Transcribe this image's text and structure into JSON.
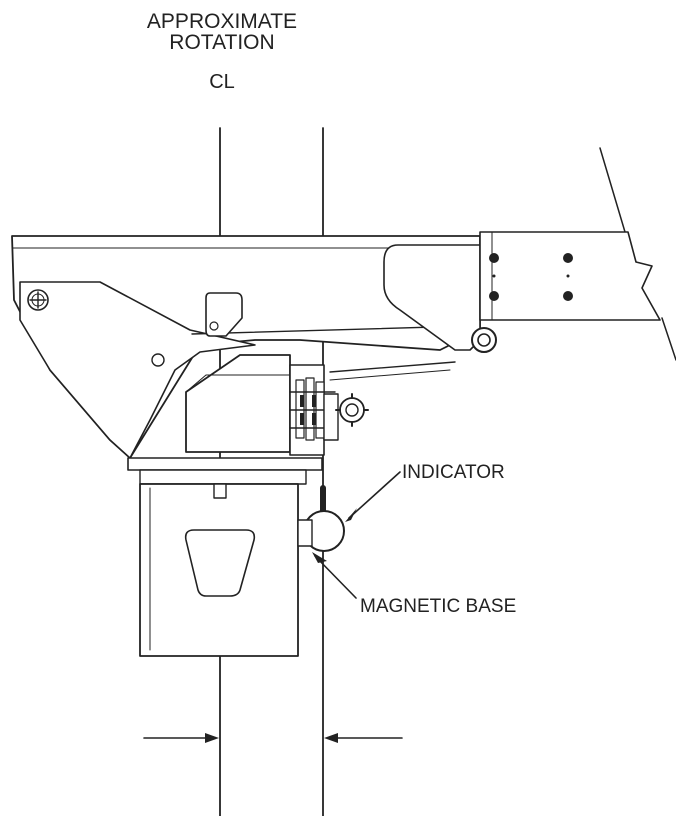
{
  "labels": {
    "rotation_line1": "APPROXIMATE",
    "rotation_line2": "ROTATION",
    "centerline": "CL",
    "indicator": "INDICATOR",
    "magnetic_base": "MAGNETIC BASE"
  }
}
